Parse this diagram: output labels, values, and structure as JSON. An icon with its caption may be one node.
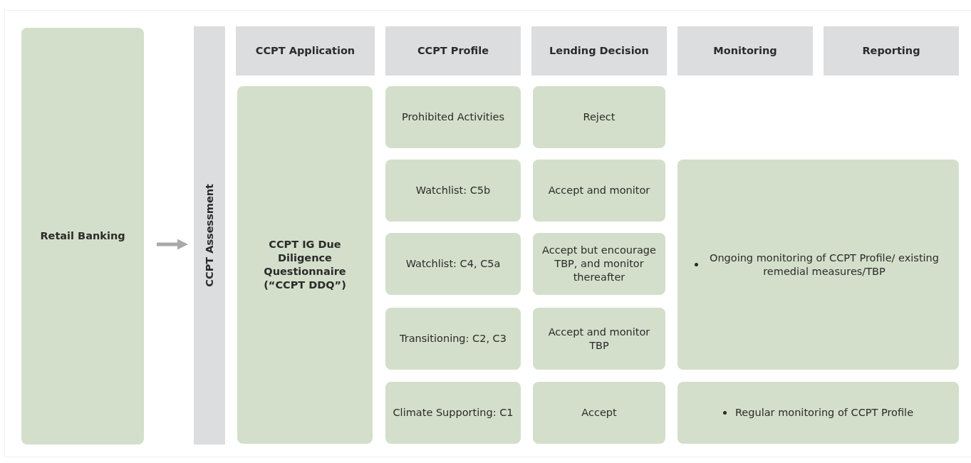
{
  "diagram": {
    "nodes": [
      {
        "text": [
          "Retail Banking"
        ]
      },
      {
        "text": [
          "CCPT Assessment"
        ]
      },
      {
        "text": [
          "CCPT Application"
        ]
      },
      {
        "text": [
          "CCPT Profile"
        ]
      },
      {
        "text": [
          "Lending Decision"
        ]
      },
      {
        "text": [
          "Monitoring"
        ]
      },
      {
        "text": [
          "Reporting"
        ]
      },
      {
        "text": [
          "CCPT IG Due Diligence Questionnaire (“CCPT DDQ”)"
        ]
      },
      {
        "text": [
          "Prohibited Activities"
        ]
      },
      {
        "text": [
          "Reject"
        ]
      },
      {
        "text": [
          "Watchlist: C5b"
        ]
      },
      {
        "text": [
          "Accept and monitor"
        ]
      },
      {
        "text": [
          "Watchlist: C4, C5a"
        ]
      },
      {
        "text": [
          "Accept but encourage TBP, and monitor thereafter"
        ]
      },
      {
        "text": [
          "Transitioning: C2, C3"
        ]
      },
      {
        "text": [
          "Accept and monitor TBP"
        ]
      },
      {
        "text": [
          "Climate Supporting: C1"
        ]
      },
      {
        "text": [
          "Accept"
        ]
      },
      {
        "text": [
          "Ongoing monitoring of CCPT Profile/ existing remedial measures/TBP"
        ]
      },
      {
        "text": [
          "Regular monitoring of CCPT Profile"
        ]
      }
    ],
    "edges": [
      {
        "from": 0,
        "to": 1,
        "arrow": "to"
      }
    ]
  }
}
